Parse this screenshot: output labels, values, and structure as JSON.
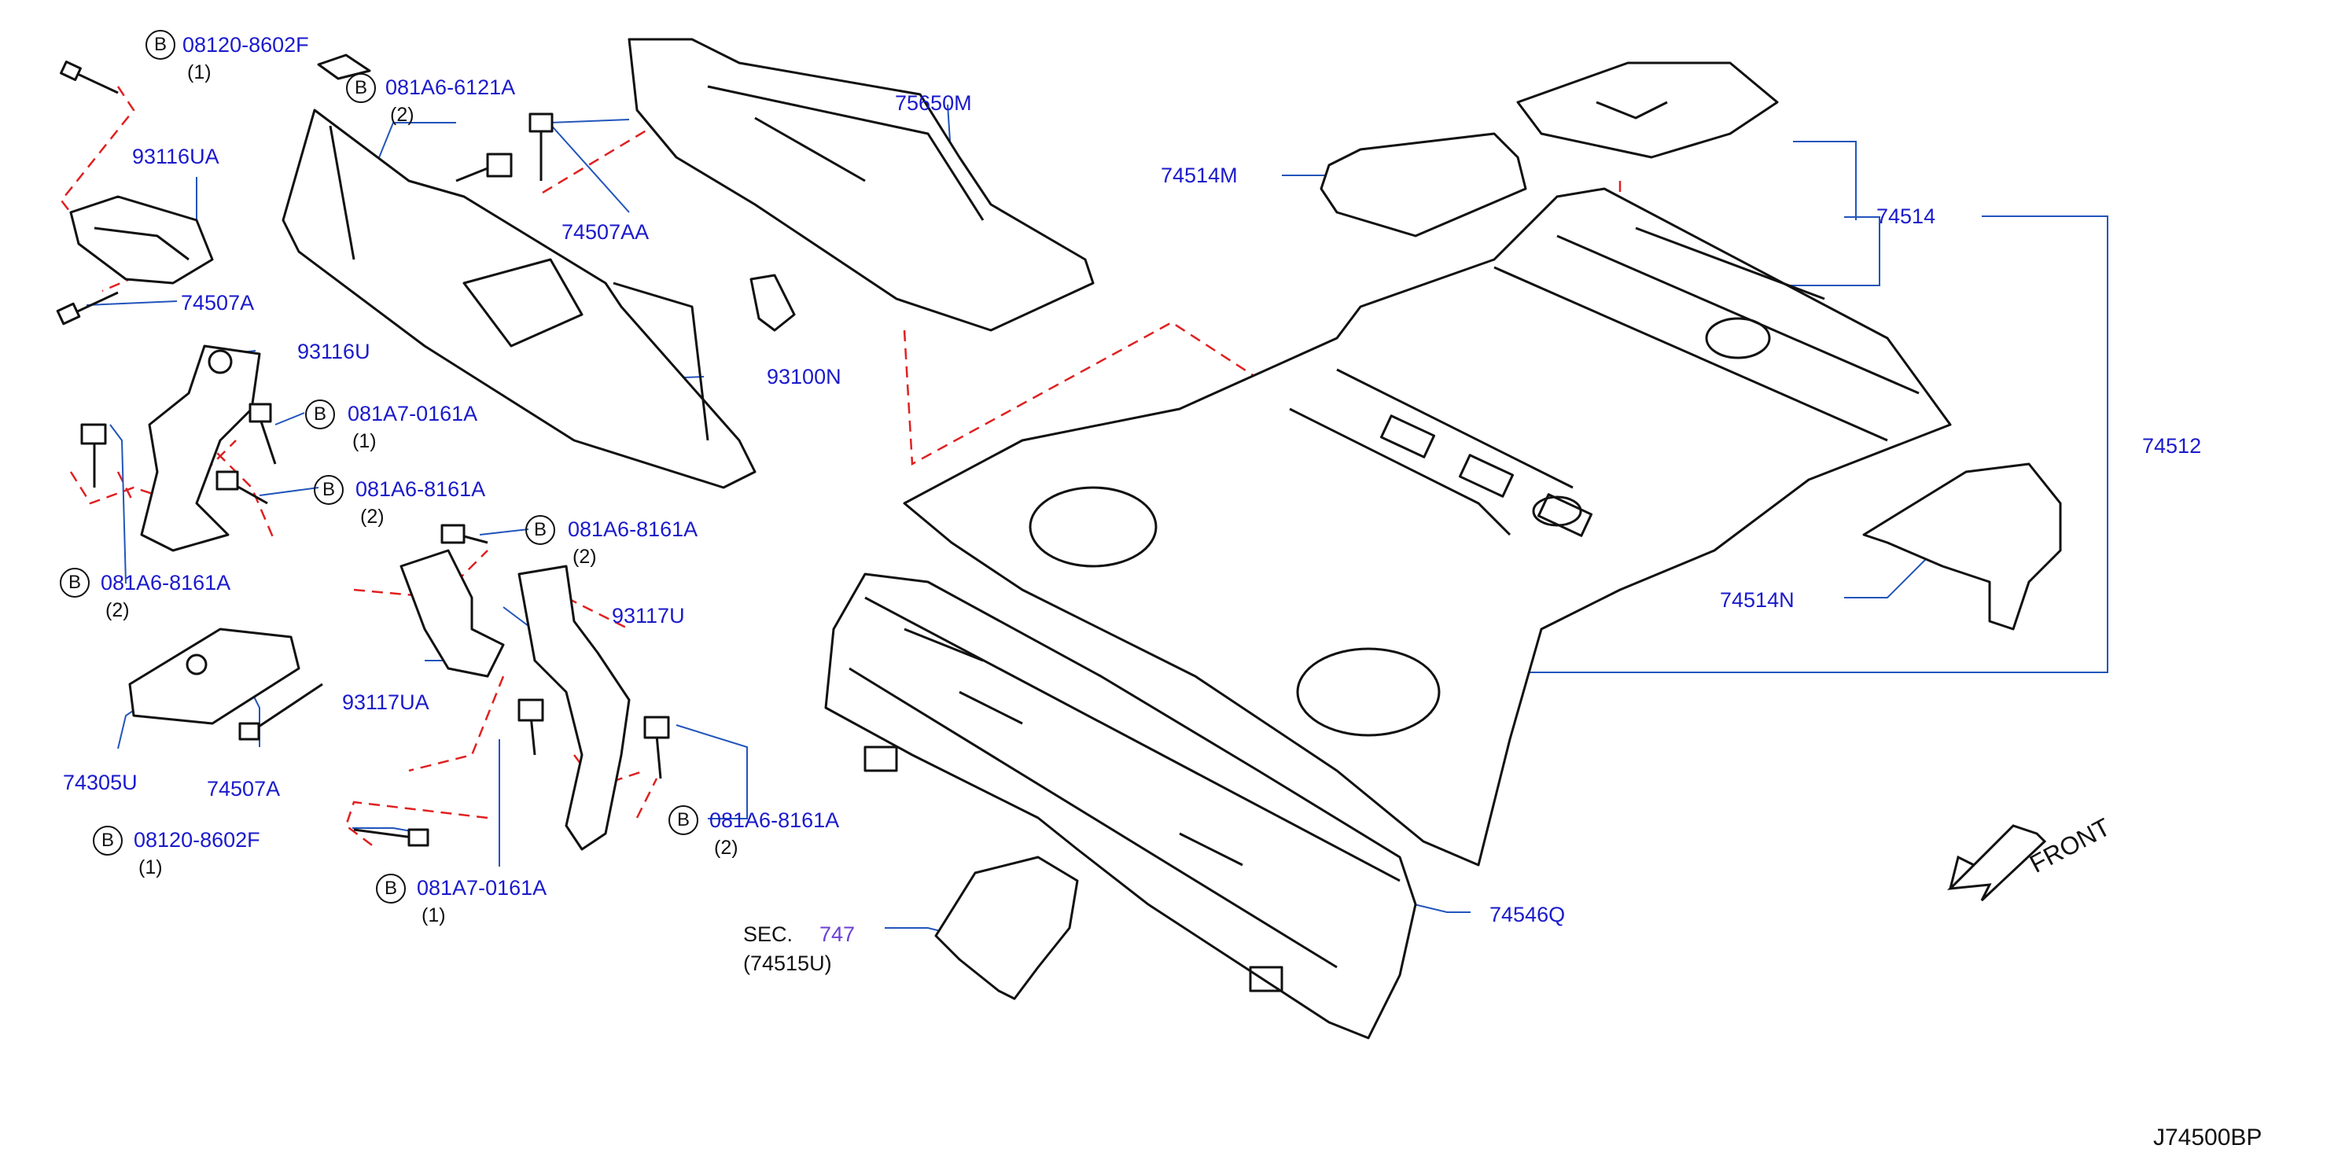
{
  "diagram_code": "J74500BP",
  "front_label": "FRONT",
  "section_ref": {
    "prefix": "SEC.",
    "number": "747",
    "sub": "(74515U)"
  },
  "colors": {
    "label_blue": "#1a1acc",
    "leader_blue": "#2255bb",
    "dash_red": "#e02020",
    "section_purple": "#6a3fd6",
    "line": "#111111"
  },
  "bolt_marker": "B",
  "bolt_callouts": [
    {
      "code": "08120-8602F",
      "qty": "(1)"
    },
    {
      "code": "081A6-6121A",
      "qty": "(2)"
    },
    {
      "code": "081A7-0161A",
      "qty": "(1)"
    },
    {
      "code": "081A6-8161A",
      "qty": "(2)"
    },
    {
      "code": "081A6-8161A",
      "qty": "(2)"
    },
    {
      "code": "081A6-8161A",
      "qty": "(2)"
    },
    {
      "code": "081A6-8161A",
      "qty": "(2)"
    },
    {
      "code": "08120-8602F",
      "qty": "(1)"
    },
    {
      "code": "081A7-0161A",
      "qty": "(1)"
    }
  ],
  "part_labels": {
    "p93116UA": "93116UA",
    "p74507A_top": "74507A",
    "p93116U": "93116U",
    "p74507AA": "74507AA",
    "p75650M": "75650M",
    "p93100N": "93100N",
    "p93117U": "93117U",
    "p93117UA": "93117UA",
    "p74305U": "74305U",
    "p74507A_bottom": "74507A",
    "p74514M": "74514M",
    "p74514": "74514",
    "p74512": "74512",
    "p74514N": "74514N",
    "p74546Q": "74546Q"
  }
}
